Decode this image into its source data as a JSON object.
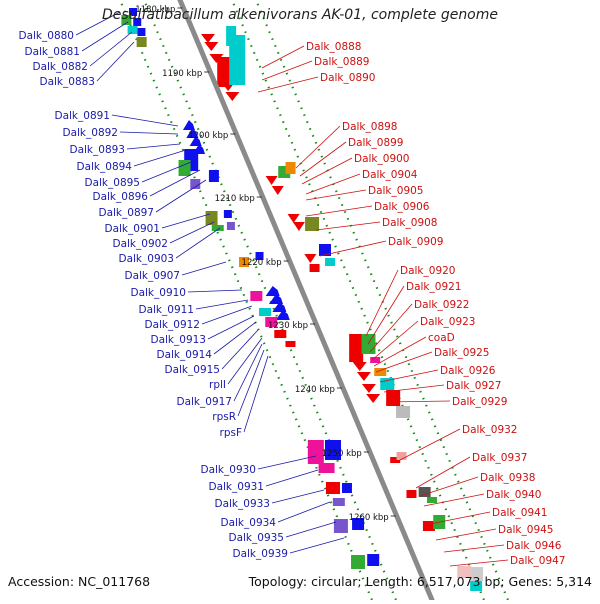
{
  "title": "Desulfatibacillum alkenivorans AK-01, complete genome",
  "footer": {
    "accession": "Accession: NC_011768",
    "topology": "Topology: circular; Length: 6,517,073 bp; Genes: 5,314"
  },
  "colors": {
    "minus_label": "#1a1aa8",
    "plus_label": "#cc1111",
    "backbone": "#8a8a8a",
    "tick": "#1d8a1d",
    "red": "#ee0000",
    "blue": "#1010ee",
    "cyan": "#00cccc",
    "green": "#33aa33",
    "magenta": "#ee1199",
    "orange": "#ee8800",
    "purple": "#7755cc",
    "olive": "#778822"
  },
  "scale_marks": [
    "1180 kbp",
    "1190 kbp",
    "1200 kbp",
    "1210 kbp",
    "1220 kbp",
    "1230 kbp",
    "1240 kbp",
    "1250 kbp",
    "1260 kbp"
  ],
  "minus_labels": [
    "Dalk_0880",
    "Dalk_0881",
    "Dalk_0882",
    "Dalk_0883",
    "Dalk_0891",
    "Dalk_0892",
    "Dalk_0893",
    "Dalk_0894",
    "Dalk_0895",
    "Dalk_0896",
    "Dalk_0897",
    "Dalk_0901",
    "Dalk_0902",
    "Dalk_0903",
    "Dalk_0907",
    "Dalk_0910",
    "Dalk_0911",
    "Dalk_0912",
    "Dalk_0913",
    "Dalk_0914",
    "Dalk_0915",
    "rplI",
    "Dalk_0917",
    "rpsR",
    "rpsF",
    "Dalk_0930",
    "Dalk_0931",
    "Dalk_0933",
    "Dalk_0934",
    "Dalk_0935",
    "Dalk_0939"
  ],
  "plus_labels": [
    "Dalk_0888",
    "Dalk_0889",
    "Dalk_0890",
    "Dalk_0898",
    "Dalk_0899",
    "Dalk_0900",
    "Dalk_0904",
    "Dalk_0905",
    "Dalk_0906",
    "Dalk_0908",
    "Dalk_0909",
    "Dalk_0920",
    "Dalk_0921",
    "Dalk_0922",
    "Dalk_0923",
    "coaD",
    "Dalk_0925",
    "Dalk_0926",
    "Dalk_0927",
    "Dalk_0929",
    "Dalk_0932",
    "Dalk_0937",
    "Dalk_0938",
    "Dalk_0940",
    "Dalk_0941",
    "Dalk_0945",
    "Dalk_0946",
    "Dalk_0947"
  ]
}
